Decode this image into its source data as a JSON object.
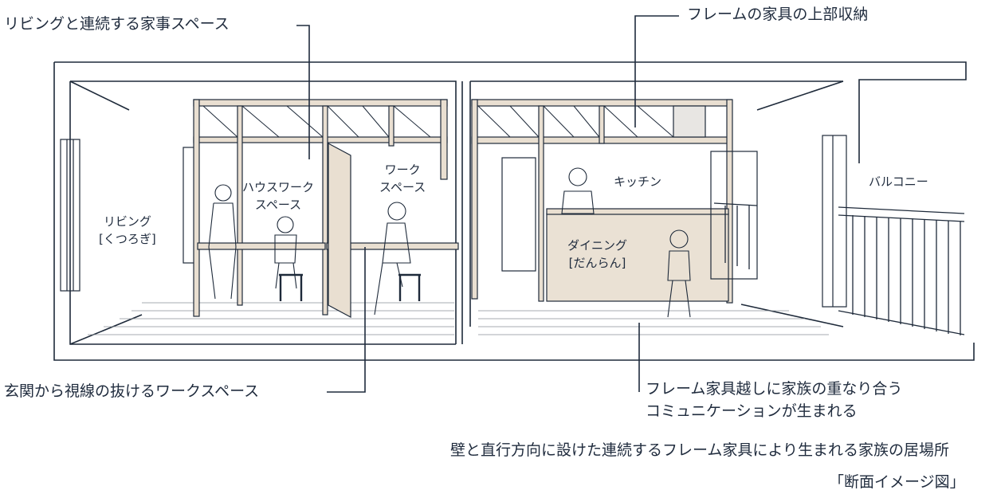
{
  "callouts": {
    "living_housework": "リビングと連続する家事スペース",
    "frame_storage": "フレームの家具の上部収納",
    "entrance_workspace": "玄関から視線の抜けるワークスペース",
    "family_overlap_line1": "フレーム家具越しに家族の重なり合う",
    "family_overlap_line2": "コミュニケーションが生まれる"
  },
  "rooms": {
    "living_line1": "リビング",
    "living_line2": "[くつろぎ]",
    "housework_line1": "ハウスワーク",
    "housework_line2": "スペース",
    "work_line1": "ワーク",
    "work_line2": "スペース",
    "kitchen": "キッチン",
    "dining_line1": "ダイニング",
    "dining_line2": "[だんらん]",
    "balcony": "バルコニー"
  },
  "caption": {
    "main": "壁と直行方向に設けた連続するフレーム家具により生まれる家族の居場所",
    "sub": "「断面イメージ図」"
  },
  "colors": {
    "line": "#1e2a3a",
    "frame_wood": "#e9dfd1",
    "panel_wood": "#eae1d4",
    "floor_line": "#8a8f96",
    "dark_navy": "#1f2b3d"
  }
}
